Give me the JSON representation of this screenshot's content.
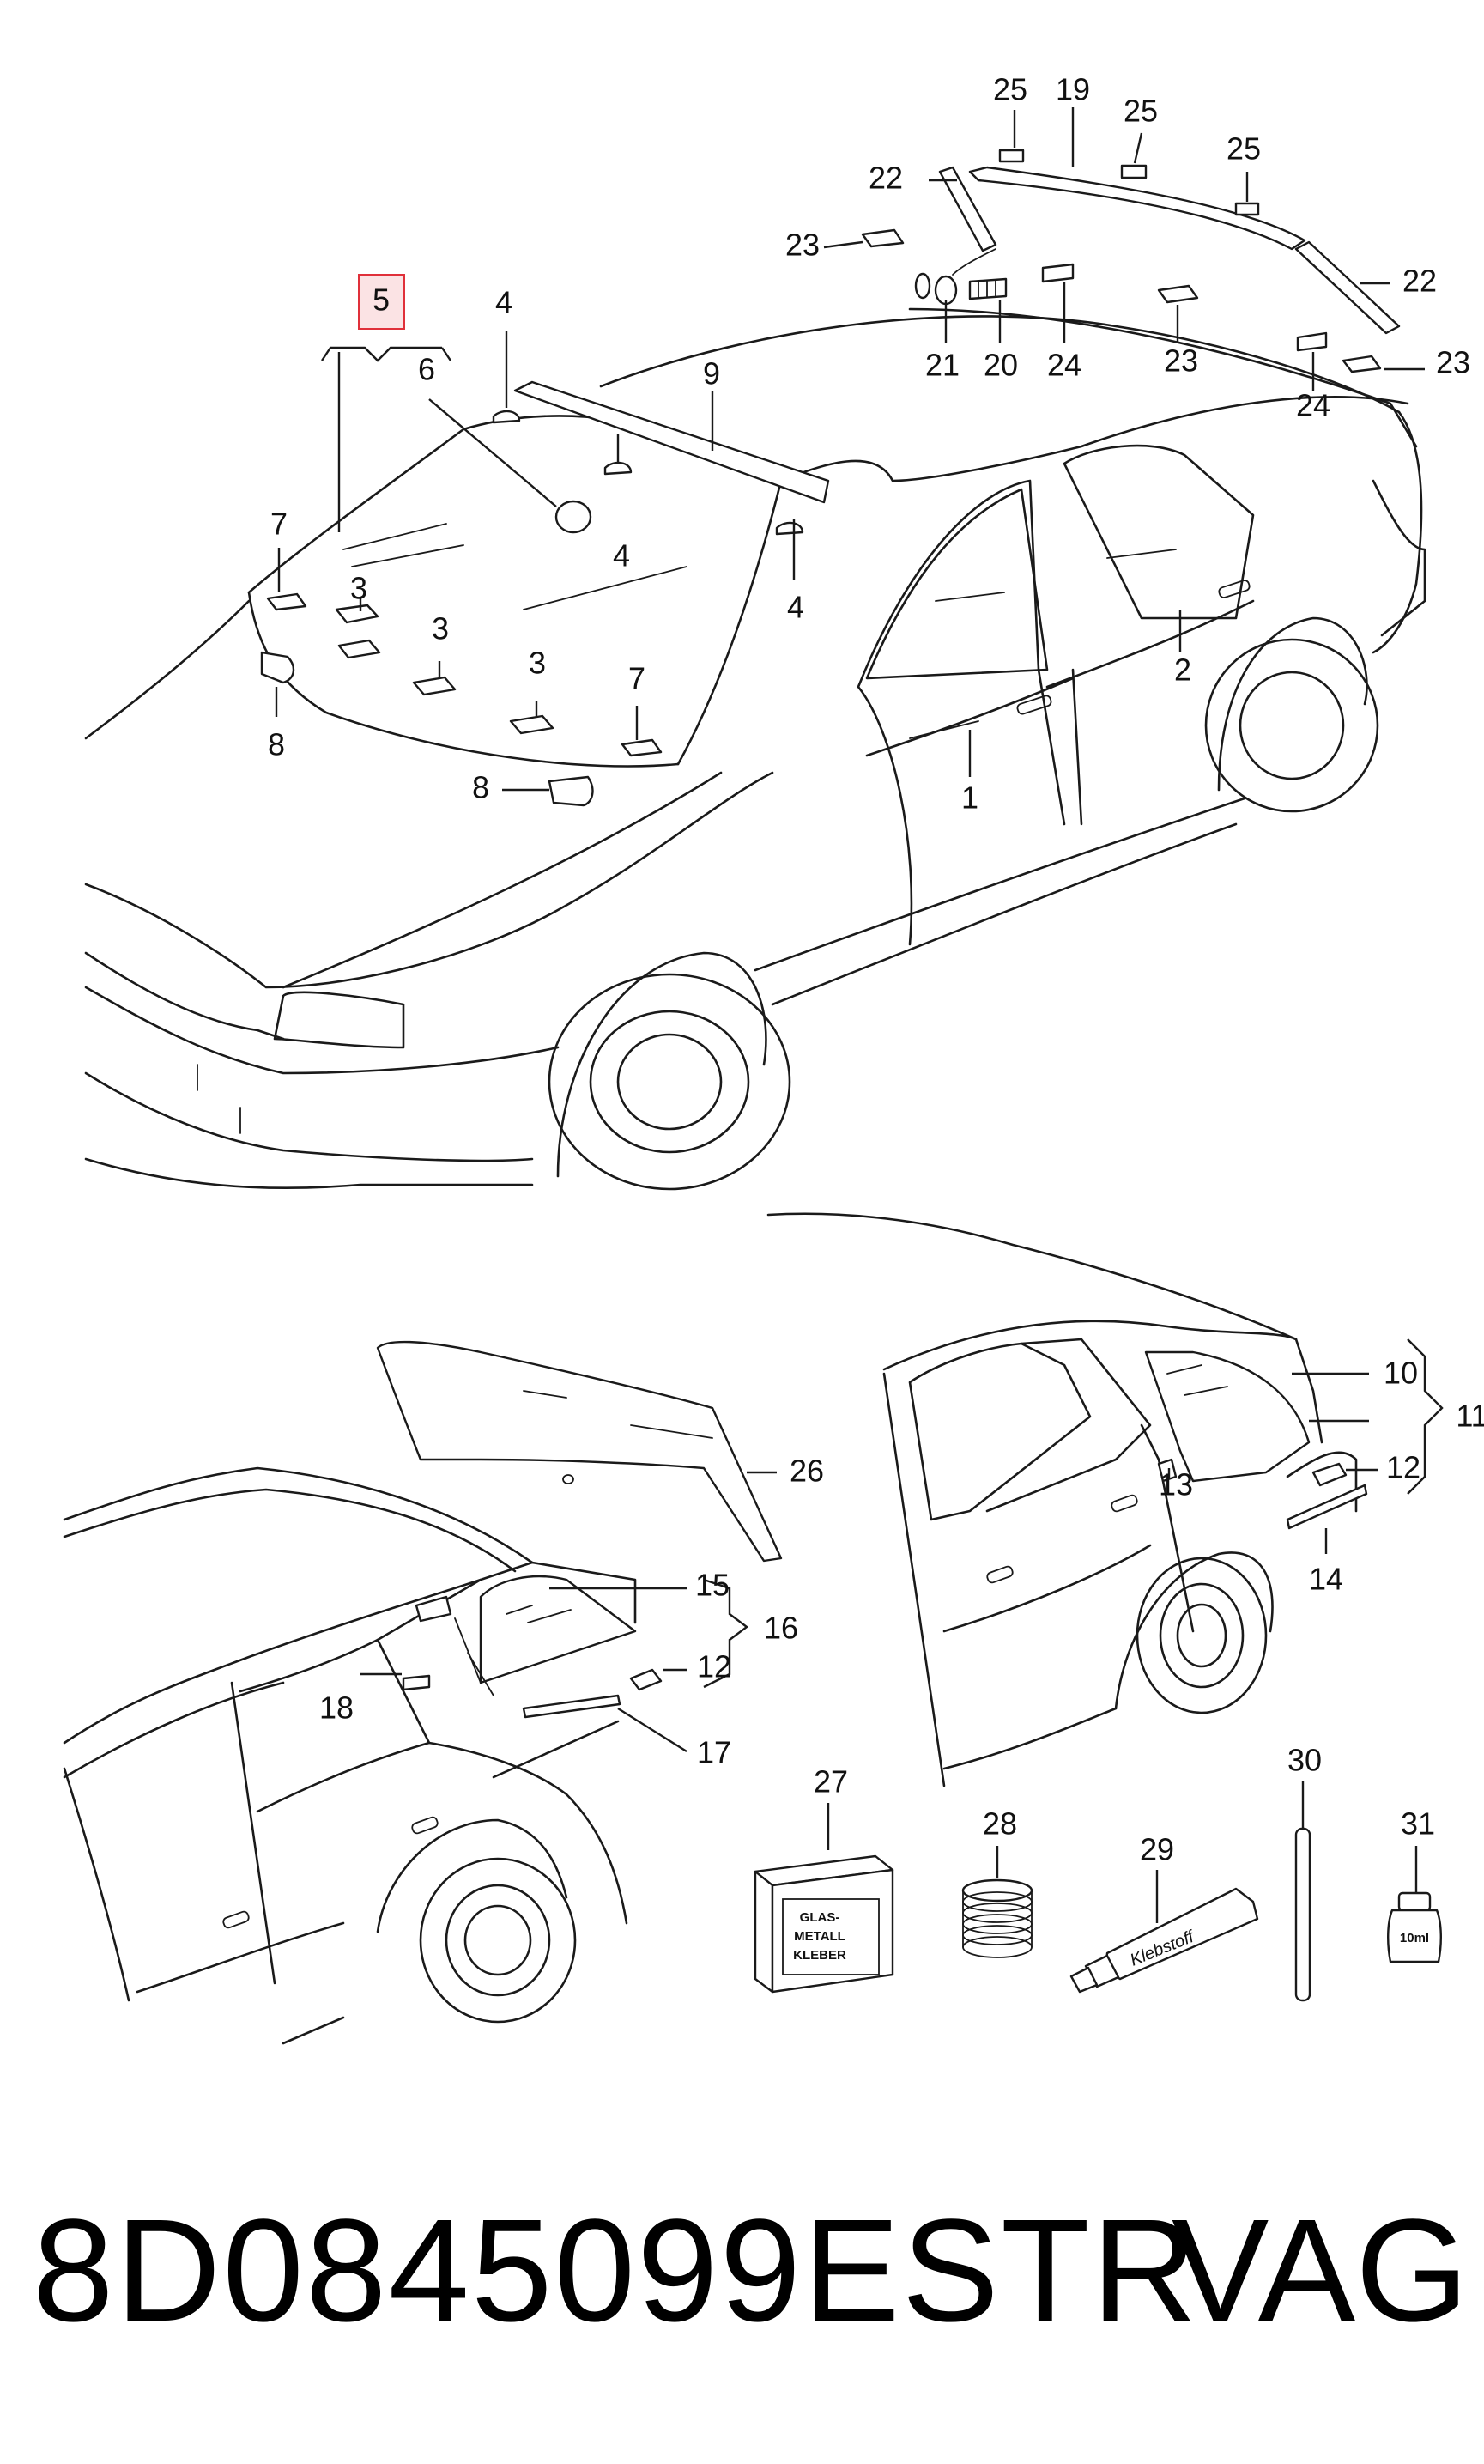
{
  "diagram": {
    "highlight_color": "#e0303a",
    "highlight_fill": "#fbe3e4",
    "callouts": {
      "c1": "1",
      "c2": "2",
      "c3a": "3",
      "c3b": "3",
      "c3c": "3",
      "c4a": "4",
      "c4b": "4",
      "c4c": "4",
      "c5": "5",
      "c6": "6",
      "c7a": "7",
      "c7b": "7",
      "c8a": "8",
      "c8b": "8",
      "c9": "9",
      "c10": "10",
      "c11": "11",
      "c12a": "12",
      "c12b": "12",
      "c13": "13",
      "c14": "14",
      "c15": "15",
      "c16": "16",
      "c17": "17",
      "c18": "18",
      "c19": "19",
      "c20": "20",
      "c21": "21",
      "c22a": "22",
      "c22b": "22",
      "c23a": "23",
      "c23b": "23",
      "c23c": "23",
      "c24a": "24",
      "c24b": "24",
      "c25a": "25",
      "c25b": "25",
      "c25c": "25",
      "c26": "26",
      "c27": "27",
      "c28": "28",
      "c29": "29",
      "c30": "30",
      "c31": "31"
    },
    "box27_label": [
      "GLAS-",
      "METALL",
      "KLEBER"
    ],
    "tube29_label": "Klebstoff",
    "bottle31_label": "10ml"
  },
  "footer": {
    "part_number": "8D0845099ESTR",
    "brand": "VAG"
  }
}
